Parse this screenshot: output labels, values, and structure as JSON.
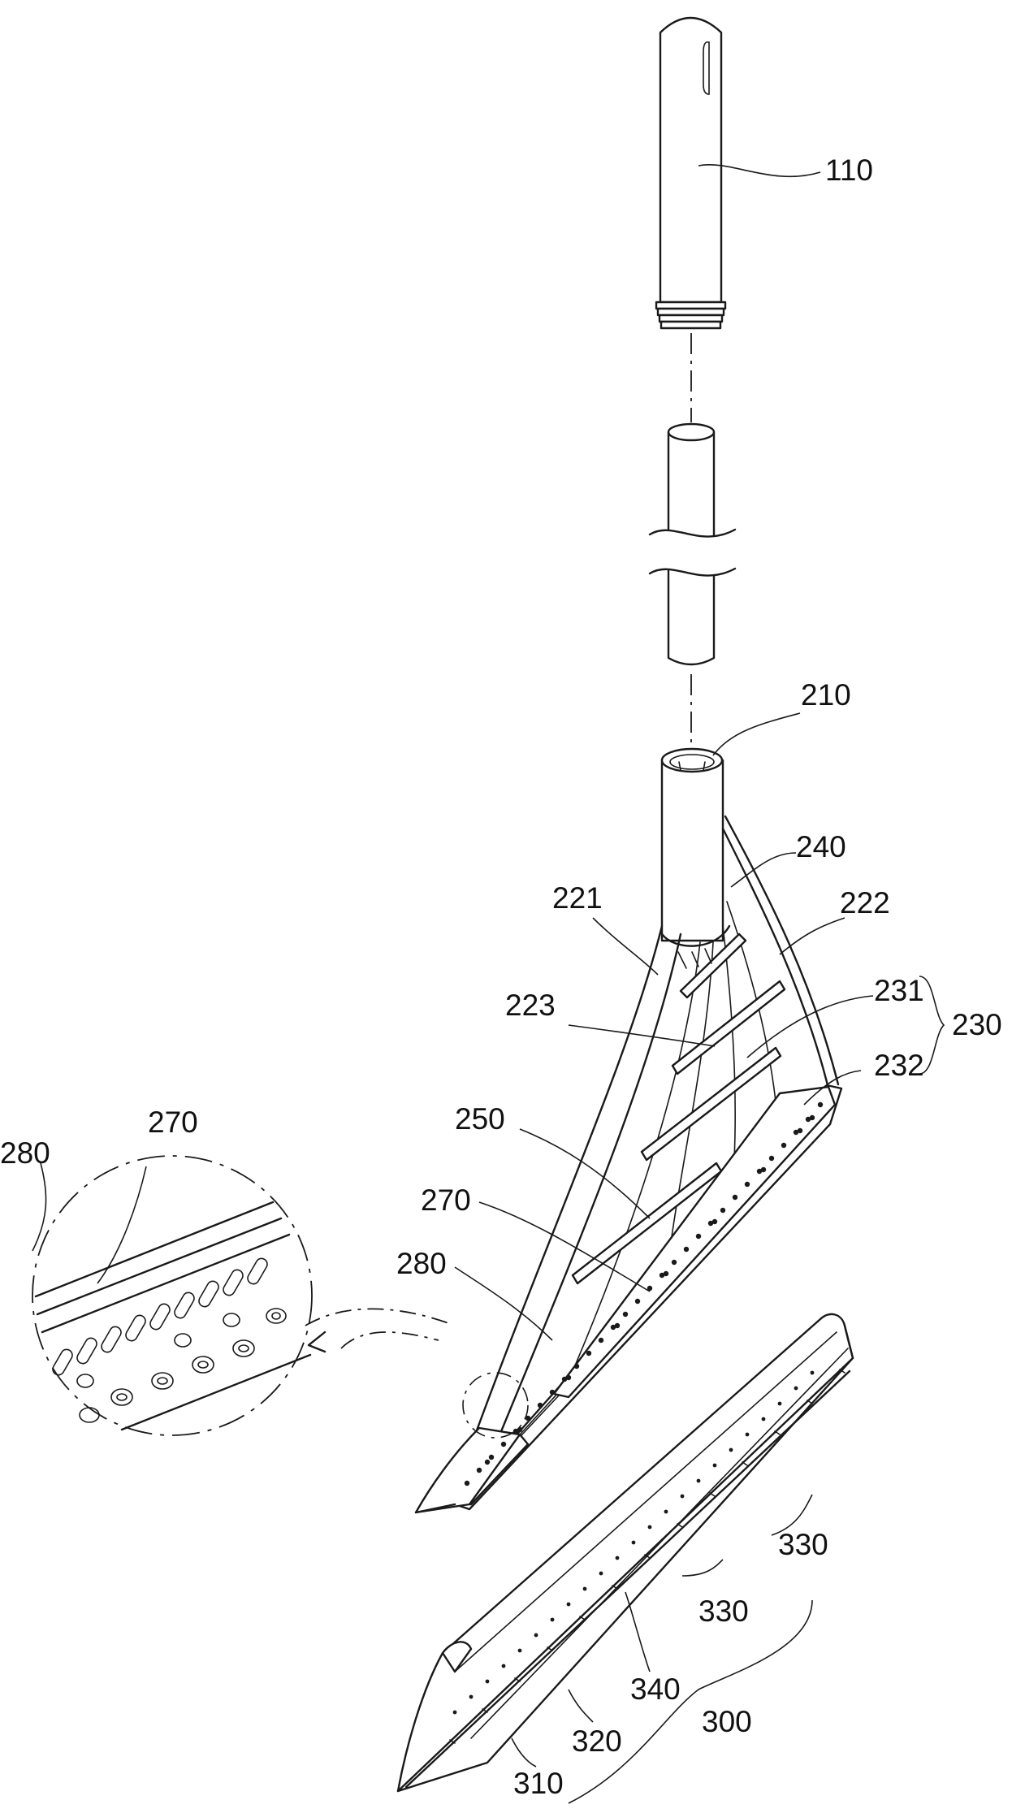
{
  "labels": {
    "l110": "110",
    "l210": "210",
    "l240": "240",
    "l221": "221",
    "l222": "222",
    "l223": "223",
    "l231": "231",
    "l230": "230",
    "l232": "232",
    "l250": "250",
    "l270a": "270",
    "l280a": "280",
    "l270b": "270",
    "l280b": "280",
    "l330a": "330",
    "l330b": "330",
    "l340": "340",
    "l320": "320",
    "l310": "310",
    "l300": "300"
  }
}
